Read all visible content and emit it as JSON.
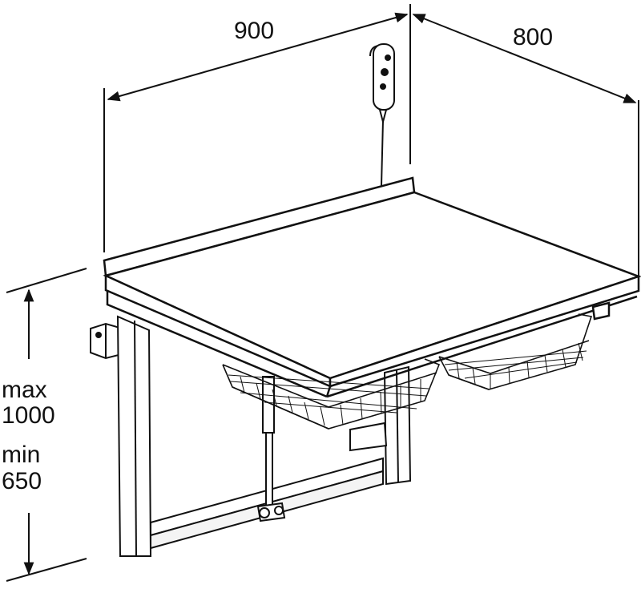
{
  "dimensions": {
    "width": "900",
    "depth": "800",
    "height_max_label": "max",
    "height_max_value": "1000",
    "height_min_label": "min",
    "height_min_value": "650"
  },
  "colors": {
    "line": "#111111",
    "fill": "#ffffff",
    "surface_shade": "#f4f4f4"
  }
}
